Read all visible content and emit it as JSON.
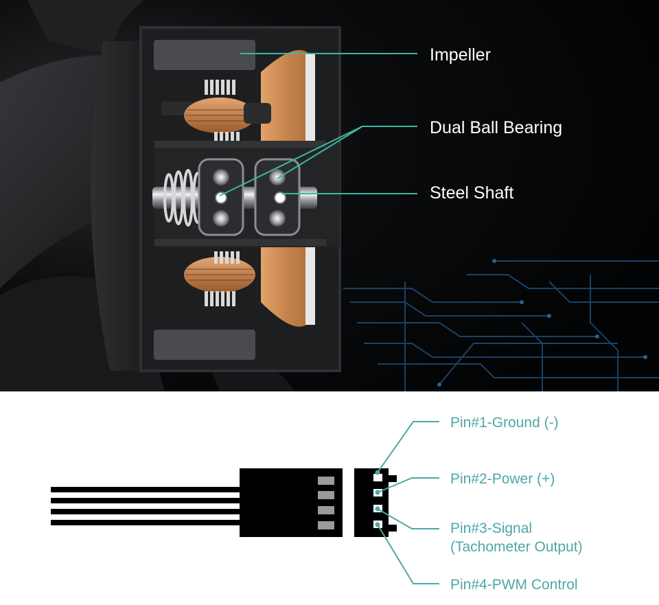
{
  "top_callouts": {
    "impeller": "Impeller",
    "bearing": "Dual Ball Bearing",
    "shaft": "Steel Shaft"
  },
  "pin_callouts": {
    "pin1": "Pin#1-Ground (-)",
    "pin2": "Pin#2-Power (+)",
    "pin3_line1": "Pin#3-Signal",
    "pin3_line2": "(Tachometer Output)",
    "pin4": "Pin#4-PWM Control"
  },
  "colors": {
    "leader_top": "#3fb6a4",
    "leader_pin": "#4fa6a6",
    "pin_text": "#4fa6a6",
    "top_text": "#ffffff",
    "background_top": "#050607",
    "connector": "#000000",
    "pcb_trace": "#1e4d78",
    "copper": "#c8864e"
  }
}
